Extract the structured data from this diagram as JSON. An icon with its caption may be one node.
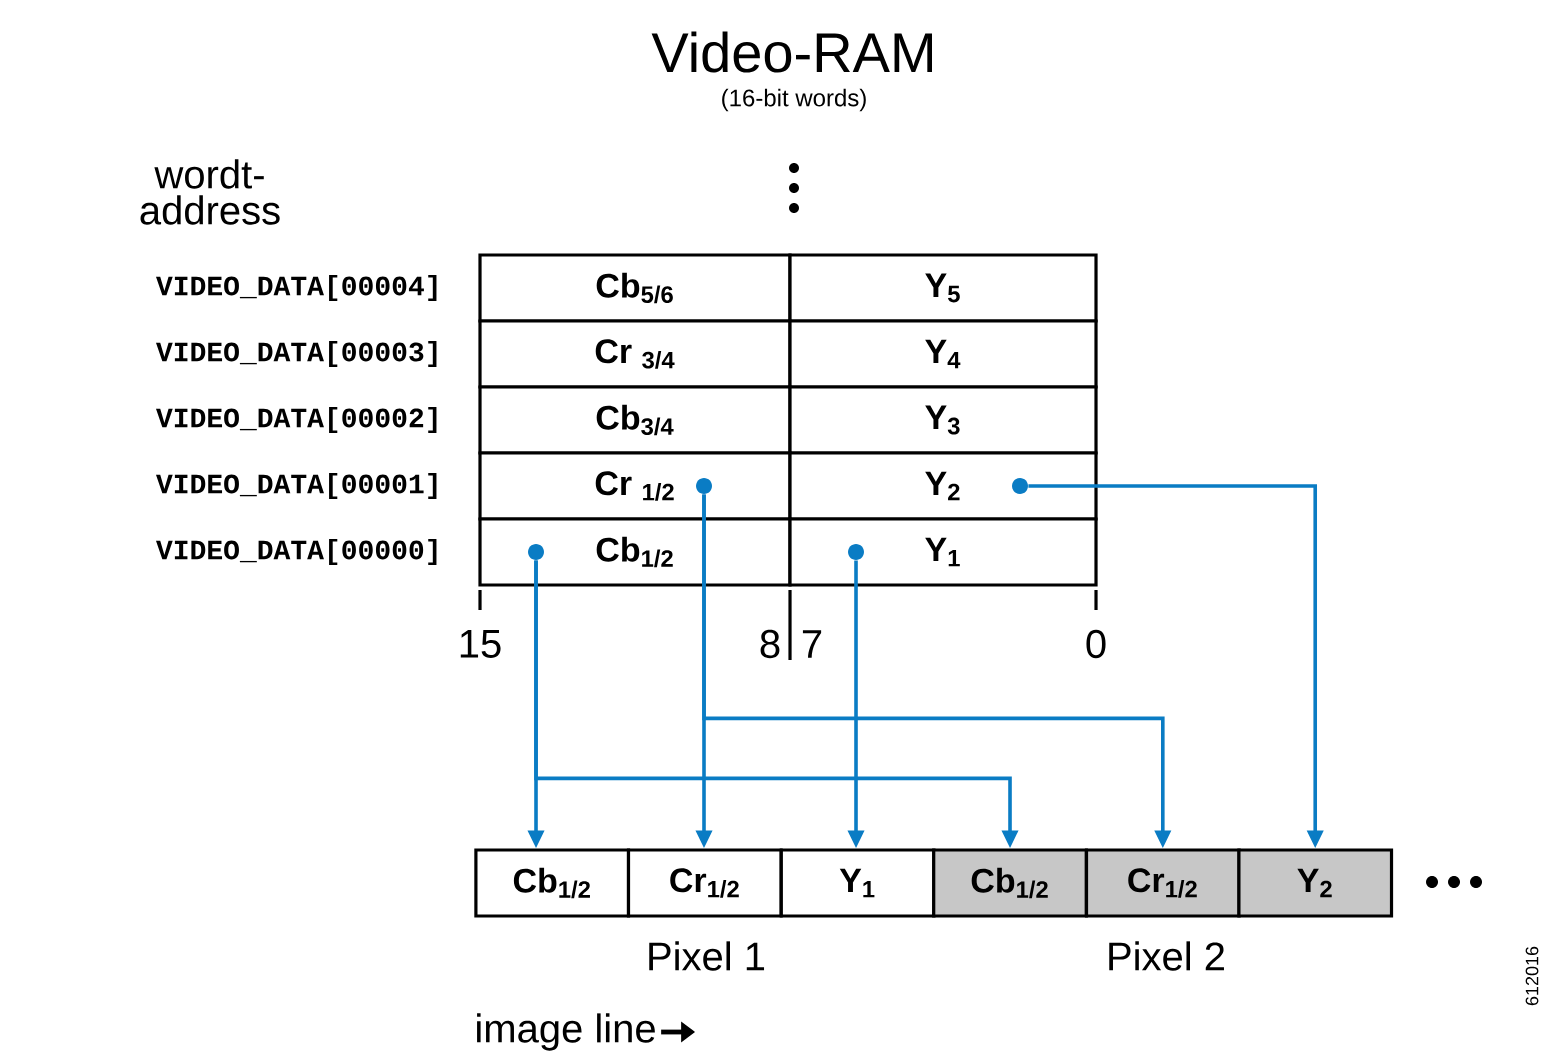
{
  "diagram": {
    "title": "Video-RAM",
    "nodes": [
      {
        "text": [
          "Cb$_{5/6}$"
        ]
      },
      {
        "text": [
          "Y$_{5}$"
        ]
      },
      {
        "text": [
          "Cr $_{3/4}$"
        ]
      },
      {
        "text": [
          "Y$_{4}$"
        ]
      },
      {
        "text": [
          "Cb$_{3/4}$"
        ]
      },
      {
        "text": [
          "Y$_{3}$"
        ]
      },
      {
        "text": [
          "Cr $_{1/2}$"
        ]
      },
      {
        "text": [
          "Y$_{2}$"
        ]
      },
      {
        "text": [
          "Cb$_{1/2}$"
        ]
      },
      {
        "text": [
          "Y$_{1}$"
        ]
      },
      {
        "text": [
          "Cb$_{1/2}$"
        ]
      },
      {
        "text": [
          "Cr$_{1/2}$"
        ]
      },
      {
        "text": [
          "Y$_{1}$"
        ]
      },
      {
        "text": [
          "Cb$_{1/2}$"
        ]
      },
      {
        "text": [
          "Cr$_{1/2}$"
        ]
      },
      {
        "text": [
          "Y$_{2}$"
        ]
      },
      {
        "text": [],
        "shape": "circle",
        "in": 6
      },
      {
        "text": [],
        "shape": "circle",
        "in": 7
      },
      {
        "text": [],
        "shape": "circle",
        "in": 8
      },
      {
        "text": [],
        "shape": "circle",
        "in": 9
      }
    ],
    "edges": [
      {
        "from": 18,
        "to": 10,
        "arrow": "to"
      },
      {
        "from": 18,
        "to": 13,
        "arrow": "to"
      },
      {
        "from": 16,
        "to": 11,
        "arrow": "to"
      },
      {
        "from": 16,
        "to": 14,
        "arrow": "to"
      },
      {
        "from": 19,
        "to": 12,
        "arrow": "to"
      },
      {
        "from": 17,
        "to": 15,
        "arrow": "to"
      }
    ],
    "labels": [
      "(16-bit words)",
      "wordt- address",
      "VIDEO_DATA[00004]",
      "VIDEO_DATA[00003]",
      "VIDEO_DATA[00002]",
      "VIDEO_DATA[00001]",
      "VIDEO_DATA[00000]",
      "15",
      "8",
      "7",
      "0",
      "Pixel 1",
      "Pixel 2",
      "image line",
      "612016"
    ]
  }
}
